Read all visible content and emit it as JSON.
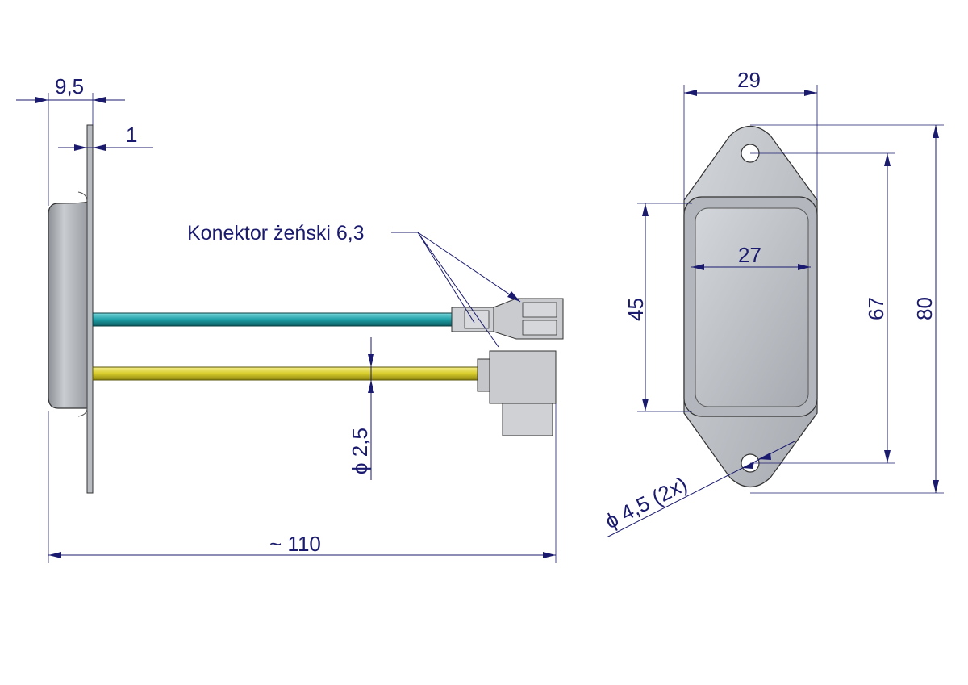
{
  "dimensions": {
    "flange_thickness": "9,5",
    "plate_thickness": "1",
    "total_length": "~ 110",
    "wire_diameter": "ϕ 2,5",
    "width_outer": "29",
    "width_inner": "27",
    "height_inner": "45",
    "hole_spacing": "67",
    "height_total": "80",
    "hole_diameter": "ϕ 4,5 (2x)"
  },
  "labels": {
    "connector": "Konektor żeński 6,3"
  },
  "colors": {
    "wire_top": "#1e9fa6",
    "wire_bottom": "#d8cc2a",
    "dimension": "#1a1a6e",
    "body": "#bcbfc4"
  }
}
